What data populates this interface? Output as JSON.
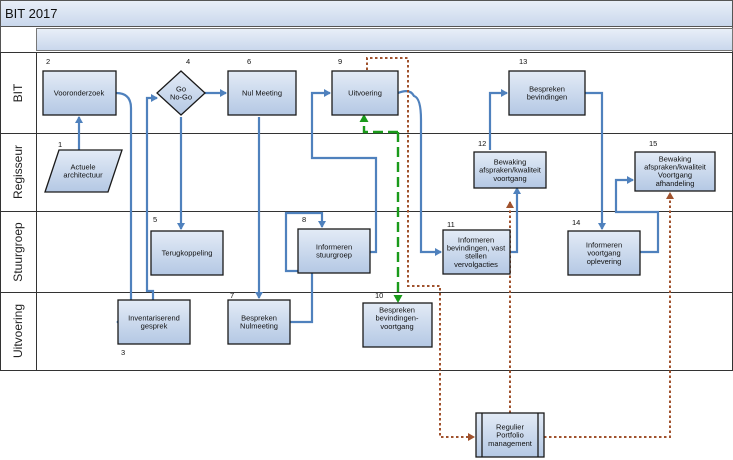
{
  "title": "BIT 2017",
  "lanes": [
    {
      "id": "bit",
      "label": "BIT"
    },
    {
      "id": "regisseur",
      "label": "Regisseur"
    },
    {
      "id": "stuurgroep",
      "label": "Stuurgroep"
    },
    {
      "id": "uitvoering",
      "label": "Uitvoering"
    }
  ],
  "steps": [
    {
      "id": "s1",
      "number": "1",
      "lines": [
        "Actuele",
        "architectuur"
      ]
    },
    {
      "id": "s2",
      "number": "2",
      "lines": [
        "Vooronderzoek"
      ]
    },
    {
      "id": "s3",
      "number": "3",
      "lines": [
        "Inventariserend",
        "gesprek"
      ]
    },
    {
      "id": "s4",
      "number": "4",
      "lines": [
        "Go",
        "No-Go"
      ]
    },
    {
      "id": "s5",
      "number": "5",
      "lines": [
        "Terugkoppeling"
      ]
    },
    {
      "id": "s6",
      "number": "6",
      "lines": [
        "Nul Meeting"
      ]
    },
    {
      "id": "s7",
      "number": "7",
      "lines": [
        "Bespreken",
        "Nulmeeting"
      ]
    },
    {
      "id": "s8",
      "number": "8",
      "lines": [
        "Informeren",
        "stuurgroep"
      ]
    },
    {
      "id": "s9",
      "number": "9",
      "lines": [
        "Uitvoering"
      ]
    },
    {
      "id": "s10",
      "number": "10",
      "lines": [
        "Bespreken",
        "bevindingen-",
        "voortgang"
      ]
    },
    {
      "id": "s11",
      "number": "11",
      "lines": [
        "Informeren",
        "bevindingen, vast",
        "stellen",
        "vervolgacties"
      ]
    },
    {
      "id": "s12",
      "number": "12",
      "lines": [
        "Bewaking",
        "afspraken/kwaliteit",
        "voortgang"
      ]
    },
    {
      "id": "s13",
      "number": "13",
      "lines": [
        "Bespreken",
        "bevindingen"
      ]
    },
    {
      "id": "s14",
      "number": "14",
      "lines": [
        "Informeren",
        "voortgang",
        "oplevering"
      ]
    },
    {
      "id": "s15",
      "number": "15",
      "lines": [
        "Bewaking",
        "afspraken/kwaliteit",
        "Voortgang",
        "afhandeling"
      ]
    },
    {
      "id": "rpm",
      "number": "",
      "lines": [
        "Regulier",
        "Portfolio",
        "management"
      ]
    }
  ],
  "colors": {
    "flow": "#4f81bd",
    "box_fill": "#c5d4ea",
    "box_stroke": "#1a1a1a",
    "feedback": "#a0522d",
    "green": "#1a9a1a",
    "header_fill": "#dbe5f1"
  }
}
